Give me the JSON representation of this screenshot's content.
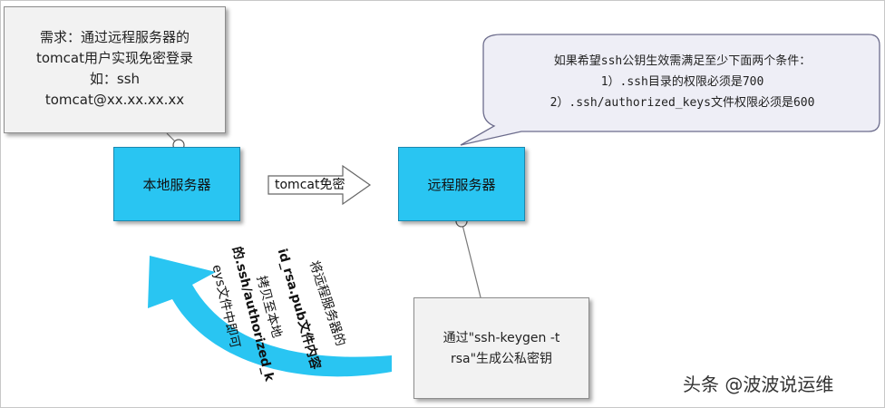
{
  "notes": {
    "requirement": {
      "lines": [
        "需求：通过远程服务器的",
        "tomcat用户实现免密登录",
        "如：ssh",
        "tomcat@xx.xx.xx.xx"
      ]
    },
    "conditions": {
      "lines": [
        "如果希望ssh公钥生效需满足至少下面两个条件：",
        "1）.ssh目录的权限必须是700",
        "2）.ssh/authorized_keys文件权限必须是600"
      ]
    },
    "keygen": {
      "lines": [
        "通过\"ssh-keygen -t",
        "rsa\"生成公私密钥"
      ]
    }
  },
  "boxes": {
    "local_server": "本地服务器",
    "remote_server": "远程服务器"
  },
  "arrow_label": "tomcat免密",
  "curved_arrow_text": {
    "lines": [
      "将远程服务器的",
      "id_rsa.pub文件内容",
      "拷贝至本地",
      "的.ssh/authorized_k",
      "eys文件中即可"
    ]
  },
  "watermark": "头条 @波波说运维",
  "colors": {
    "box_fill": "#29c5f2",
    "note_fill": "#f2f2f2",
    "bubble_fill": "#eeeef6"
  }
}
